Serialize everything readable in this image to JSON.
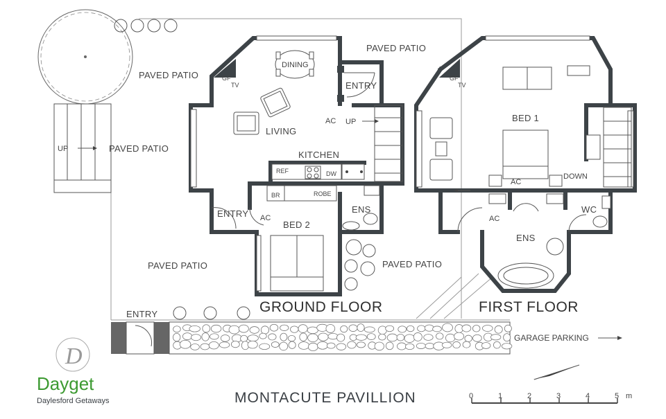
{
  "plan": {
    "title": "MONTACUTE PAVILLION",
    "ground_floor_label": "GROUND FLOOR",
    "first_floor_label": "FIRST FLOOR",
    "garage_label": "GARAGE PARKING"
  },
  "brand": {
    "name": "Dayget",
    "tagline": "Daylesford Getaways",
    "monogram": "D"
  },
  "ground_floor": {
    "paved_patio_1": "PAVED PATIO",
    "paved_patio_2": "PAVED PATIO",
    "paved_patio_3": "PAVED PATIO",
    "paved_patio_4": "PAVED PATIO",
    "paved_patio_5": "PAVED PATIO",
    "up_deck": "UP",
    "up_stair": "UP",
    "dining": "DINING",
    "gf": "GF",
    "tv": "TV",
    "entry_top": "ENTRY",
    "entry_side": "ENTRY",
    "entry_bottom": "ENTRY",
    "living": "LIVING",
    "kitchen": "KITCHEN",
    "ac_1": "AC",
    "ac_2": "AC",
    "ref": "REF",
    "dw": "DW",
    "br": "BR",
    "robe": "ROBE",
    "ens": "ENS",
    "bed2": "BED 2"
  },
  "first_floor": {
    "gf": "GF",
    "tv": "TV",
    "bed1": "BED 1",
    "ac_1": "AC",
    "ac_2": "AC",
    "down": "DOWN",
    "wc": "WC",
    "ens": "ENS"
  },
  "scale": {
    "ticks": [
      "0",
      "1",
      "2",
      "3",
      "4",
      "5"
    ],
    "unit": "m"
  }
}
